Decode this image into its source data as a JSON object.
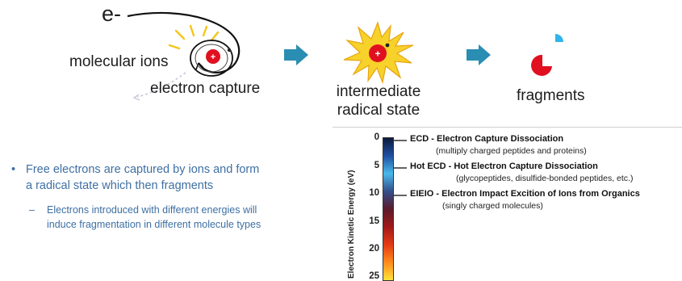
{
  "process": {
    "electron_label": "e-",
    "molecular_ions_label": "molecular ions",
    "electron_capture_label": "electron capture",
    "intermediate_line1": "intermediate",
    "intermediate_line2": "radical state",
    "fragments_label": "fragments"
  },
  "bullets": {
    "main_line1": "Free electrons are captured by ions and form",
    "main_line2": "a radical state which then fragments",
    "sub_dash": "–",
    "sub_line1": "Electrons introduced with different energies will",
    "sub_line2": "induce fragmentation in different molecule types"
  },
  "scale": {
    "axis_label": "Electron Kinetic Energy (eV)",
    "ticks": [
      "0",
      "5",
      "10",
      "15",
      "20",
      "25"
    ],
    "colors": [
      "#0c1a3c",
      "#1f4fa0",
      "#4ab8ea",
      "#334f8a",
      "#5a1a2a",
      "#a01a1a",
      "#e43a16",
      "#ff8a1c",
      "#ffe23a"
    ],
    "annotations": [
      {
        "title": "ECD - Electron Capture Dissociation",
        "subtitle": "(multiply charged peptides and proteins)"
      },
      {
        "title": "Hot ECD - Hot Electron Capture Dissociation",
        "subtitle": "(glycopeptides, disulfide-bonded peptides, etc.)"
      },
      {
        "title": "EIEIO - Electron Impact Excition of Ions from Organics",
        "subtitle": "(singly charged molecules)"
      }
    ]
  },
  "colors": {
    "arrow": "#2a8db2",
    "ion_red": "#e01020",
    "fragment_blue": "#30b4ea",
    "bullet_text": "#3e6fa3"
  }
}
